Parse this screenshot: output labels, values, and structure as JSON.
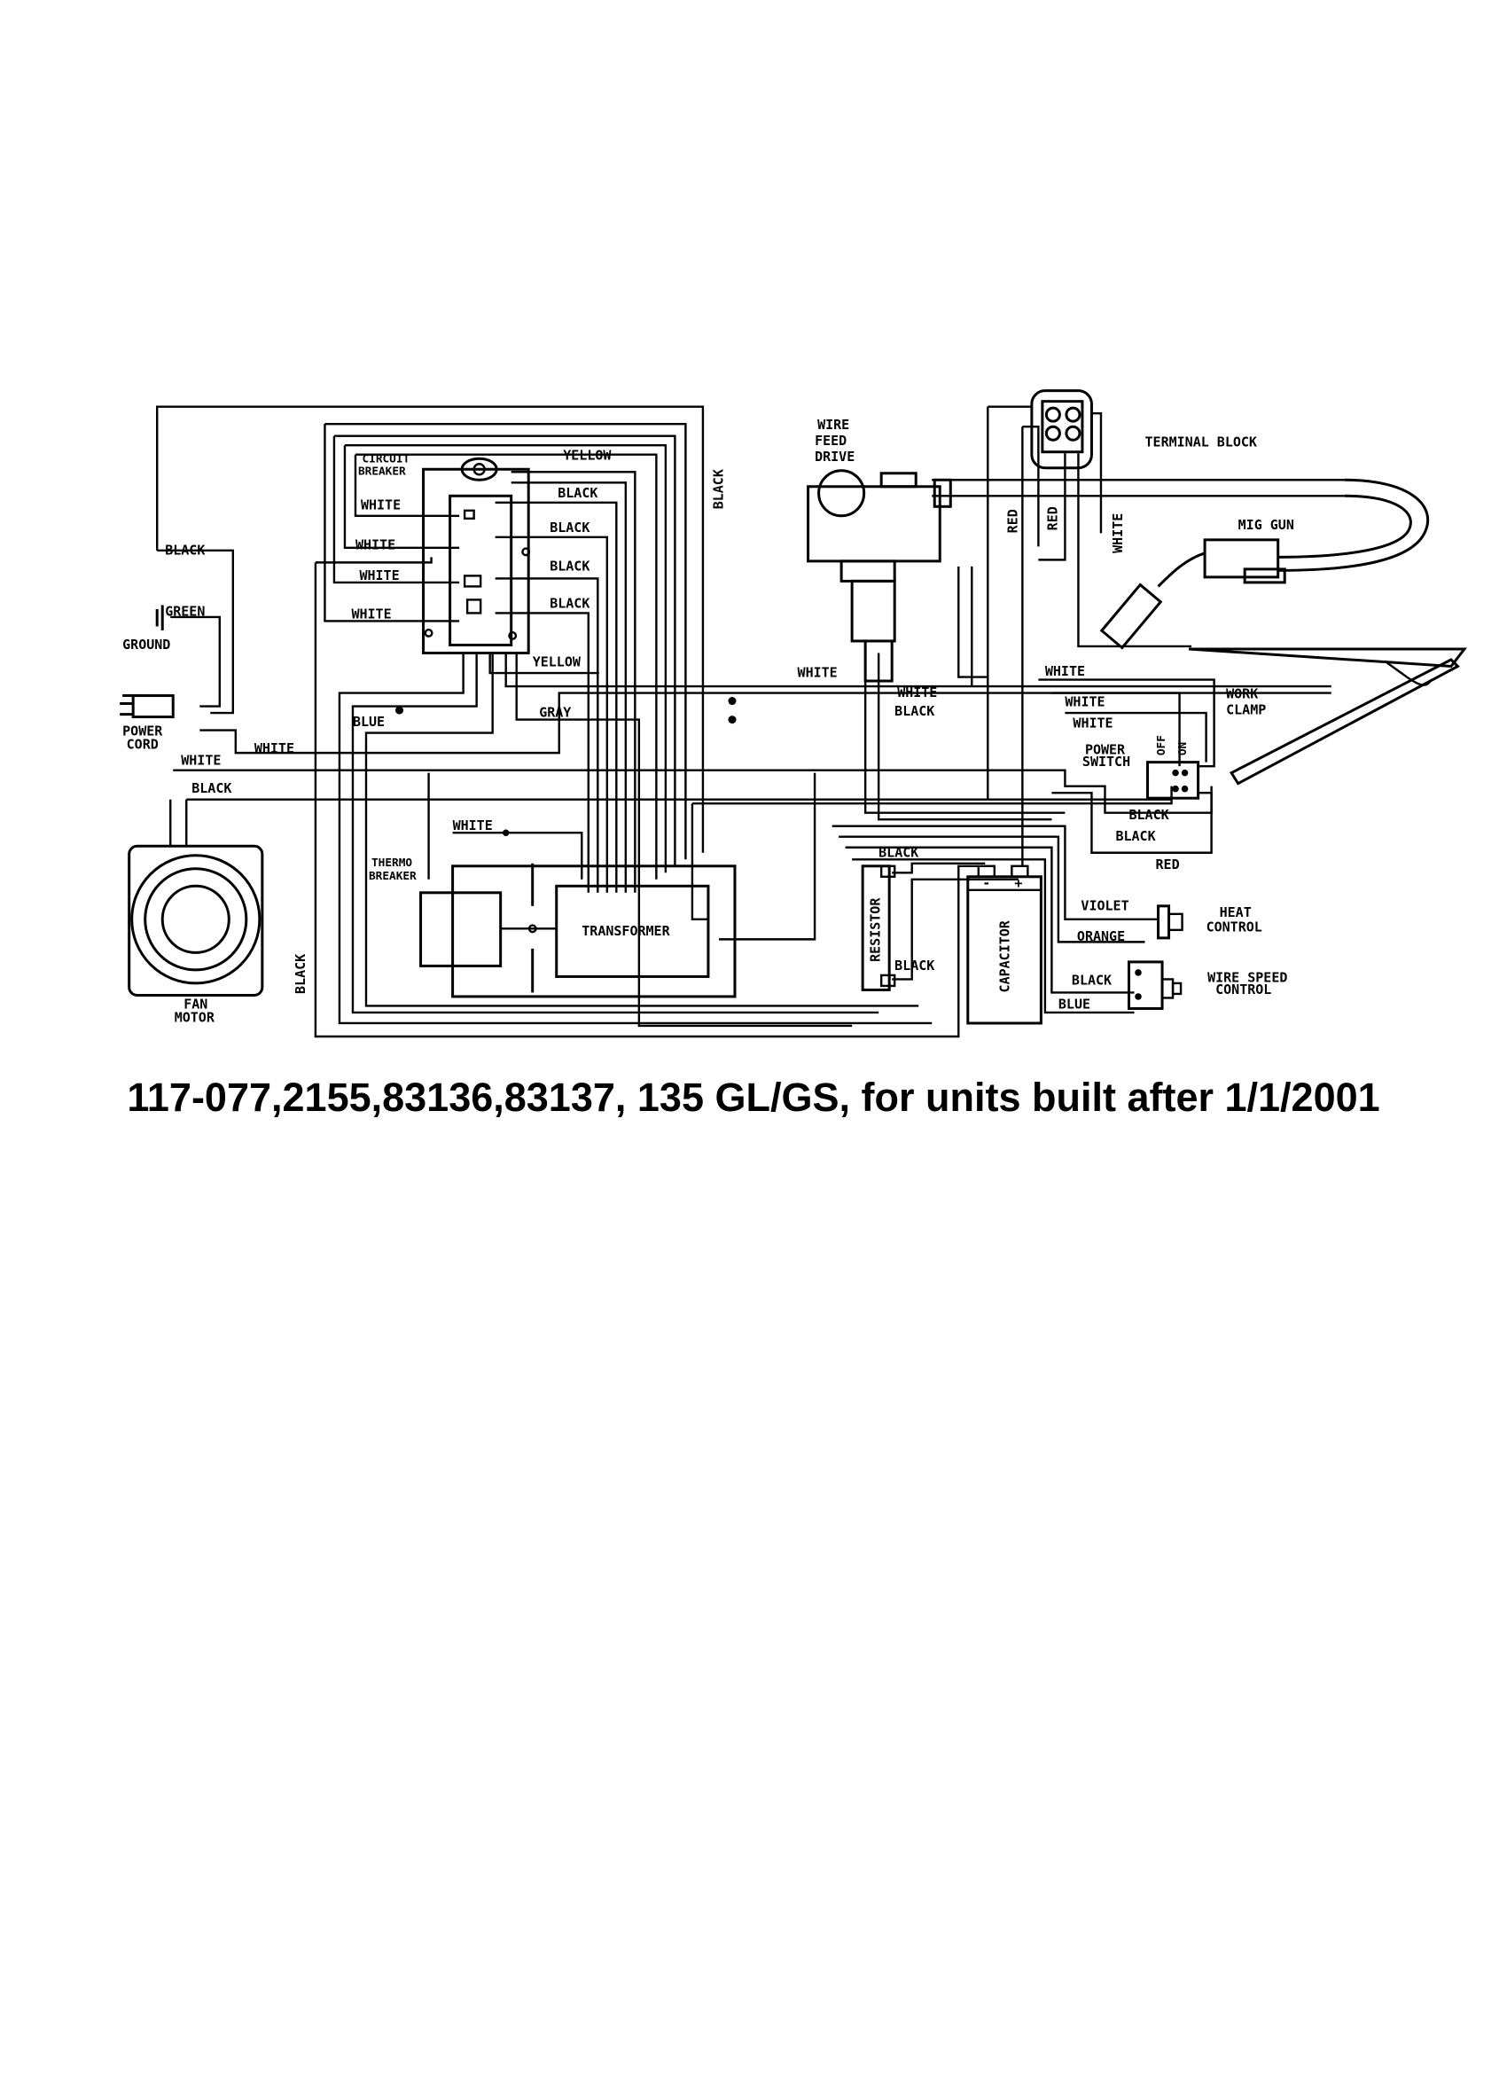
{
  "components": {
    "circuit_breaker": "CIRCUIT\nBREAKER",
    "circuit_breaker_l1": "CIRCUIT",
    "circuit_breaker_l2": "BREAKER",
    "wire_feed_l1": "WIRE",
    "wire_feed_l2": "FEED",
    "wire_feed_l3": "DRIVE",
    "terminal_block": "TERMINAL BLOCK",
    "mig_gun": "MIG GUN",
    "work_clamp_l1": "WORK",
    "work_clamp_l2": "CLAMP",
    "power_switch_l1": "POWER",
    "power_switch_l2": "SWITCH",
    "switch_off": "OFF",
    "switch_on": "ON",
    "ground": "GROUND",
    "power_cord_l1": "POWER",
    "power_cord_l2": "CORD",
    "fan_motor_l1": "FAN",
    "fan_motor_l2": "MOTOR",
    "thermo_breaker_l1": "THERMO",
    "thermo_breaker_l2": "BREAKER",
    "transformer": "TRANSFORMER",
    "resistor": "RESISTOR",
    "capacitor": "CAPACITOR",
    "cap_minus": "-",
    "cap_plus": "+",
    "heat_control_l1": "HEAT",
    "heat_control_l2": "CONTROL",
    "wire_speed_l1": "WIRE SPEED",
    "wire_speed_l2": "CONTROL"
  },
  "wires": {
    "black_top_left": "BLACK",
    "green": "GREEN",
    "white_cb1": "WHITE",
    "white_cb2": "WHITE",
    "white_cb3": "WHITE",
    "white_cb4": "WHITE",
    "yellow_top": "YELLOW",
    "black_cb1": "BLACK",
    "black_cb2": "BLACK",
    "black_cb3": "BLACK",
    "black_cb4": "BLACK",
    "yellow_bottom": "YELLOW",
    "black_vertical_top": "BLACK",
    "white_cord1": "WHITE",
    "white_cord2": "WHITE",
    "blue_left": "BLUE",
    "gray": "GRAY",
    "black_fan": "BLACK",
    "black_vertical_left": "BLACK",
    "white_thermo": "WHITE",
    "white_feed": "WHITE",
    "white_feed2": "WHITE",
    "black_feed": "BLACK",
    "red1": "RED",
    "red2": "RED",
    "white_terminal": "WHITE",
    "white_switch1": "WHITE",
    "white_switch2": "WHITE",
    "white_switch3": "WHITE",
    "black_switch1": "BLACK",
    "black_switch2": "BLACK",
    "red_switch": "RED",
    "black_resistor_top": "BLACK",
    "black_resistor_bottom": "BLACK",
    "violet": "VIOLET",
    "orange": "ORANGE",
    "black_speed": "BLACK",
    "blue_speed": "BLUE"
  },
  "caption": "117-077,2155,83136,83137, 135 GL/GS,  for units built after 1/1/2001"
}
